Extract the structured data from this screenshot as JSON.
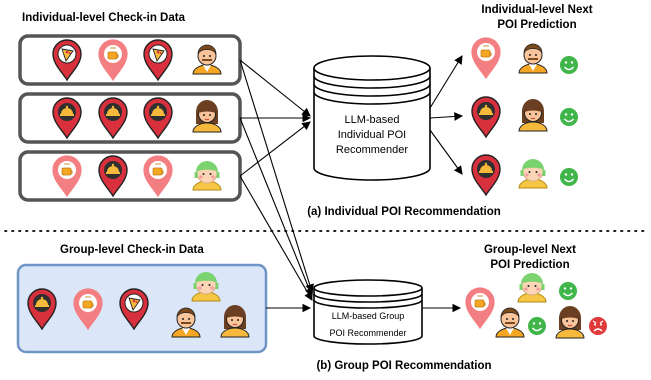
{
  "individual": {
    "title": "Individual-level Check-in Data",
    "model_lines": [
      "LLM-based",
      "Individual POI",
      "Recommender"
    ],
    "prediction_title_lines": [
      "Individual-level Next",
      "POI Prediction"
    ],
    "caption": "(a) Individual POI Recommendation",
    "rows": [
      [
        "pizza-pin-icon",
        "coffee-pin-icon",
        "pizza-pin-icon",
        "man-avatar-icon"
      ],
      [
        "dish-pin-icon",
        "dish-pin-icon",
        "dish-pin-icon",
        "woman-avatar-icon"
      ],
      [
        "coffee-pin-icon",
        "dish-pin-icon",
        "coffee-pin-icon",
        "green-hair-avatar-icon"
      ]
    ],
    "predictions": [
      [
        "coffee-pin-icon",
        "man-avatar-icon",
        "smile-icon"
      ],
      [
        "dish-pin-icon",
        "woman-avatar-icon",
        "smile-icon"
      ],
      [
        "dish-pin-icon",
        "green-hair-avatar-icon",
        "smile-icon"
      ]
    ]
  },
  "group": {
    "title": "Group-level Check-in Data",
    "model_lines": [
      "LLM-based Group",
      "POI Recommender"
    ],
    "prediction_title_lines": [
      "Group-level Next",
      "POI Prediction"
    ],
    "caption": "(b) Group POI Recommendation",
    "emotions": [
      "smile-icon",
      "smile-icon",
      "angry-icon"
    ]
  },
  "colors": {
    "pin_red": "#d8303c",
    "pin_light": "#f47f82",
    "box_border": "#555555",
    "group_fill": "#dbe7f9",
    "group_border": "#6f95c7",
    "smile": "#3fb54a",
    "angry": "#e03a3a"
  }
}
